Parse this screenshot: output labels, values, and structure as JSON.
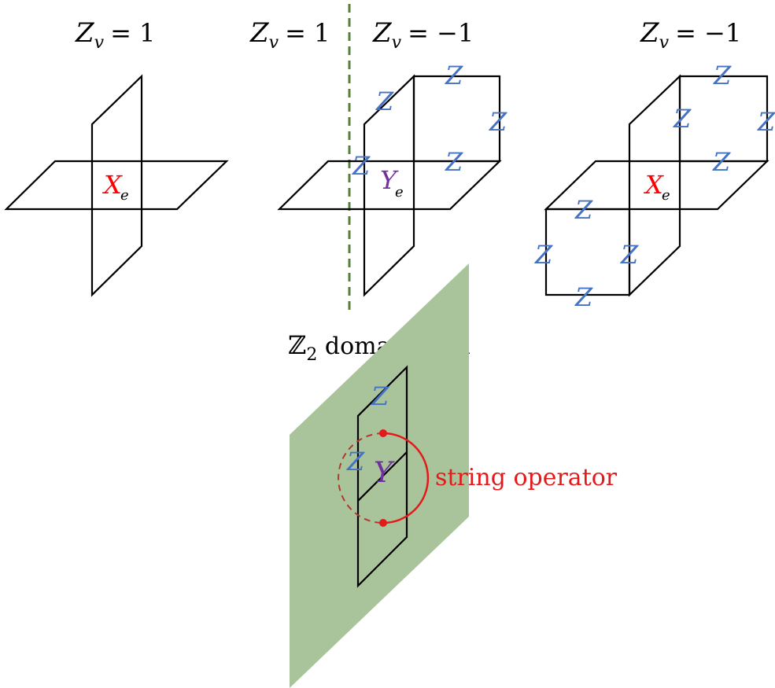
{
  "labels": {
    "zv1_left_sym": "Z",
    "zv1_left_sub": "v",
    "zv1_left_eq": "= 1",
    "zv1_mid_sym": "Z",
    "zv1_mid_sub": "v",
    "zv1_mid_eq": "= 1",
    "zvm1_mid_sym": "Z",
    "zvm1_mid_sub": "v",
    "zvm1_mid_eq": "= −1",
    "zvm1_right_sym": "Z",
    "zvm1_right_sub": "v",
    "zvm1_right_eq": "= −1",
    "domain_wall_sym": "ℤ",
    "domain_wall_sub": "2",
    "domain_wall_text": " domain wall",
    "string_operator": "string operator"
  },
  "operators": {
    "z": "Z",
    "x": "X",
    "y": "Y",
    "sub_e": "e"
  },
  "colors": {
    "z_blue": "#4472C4",
    "x_red": "#FF0000",
    "y_purple": "#7030A0",
    "wall_green": "#A9C49A",
    "divider_green": "#548235",
    "string_red": "#E31A1C",
    "dashed_dark_red": "#B03A2E",
    "edges": "#000000"
  }
}
